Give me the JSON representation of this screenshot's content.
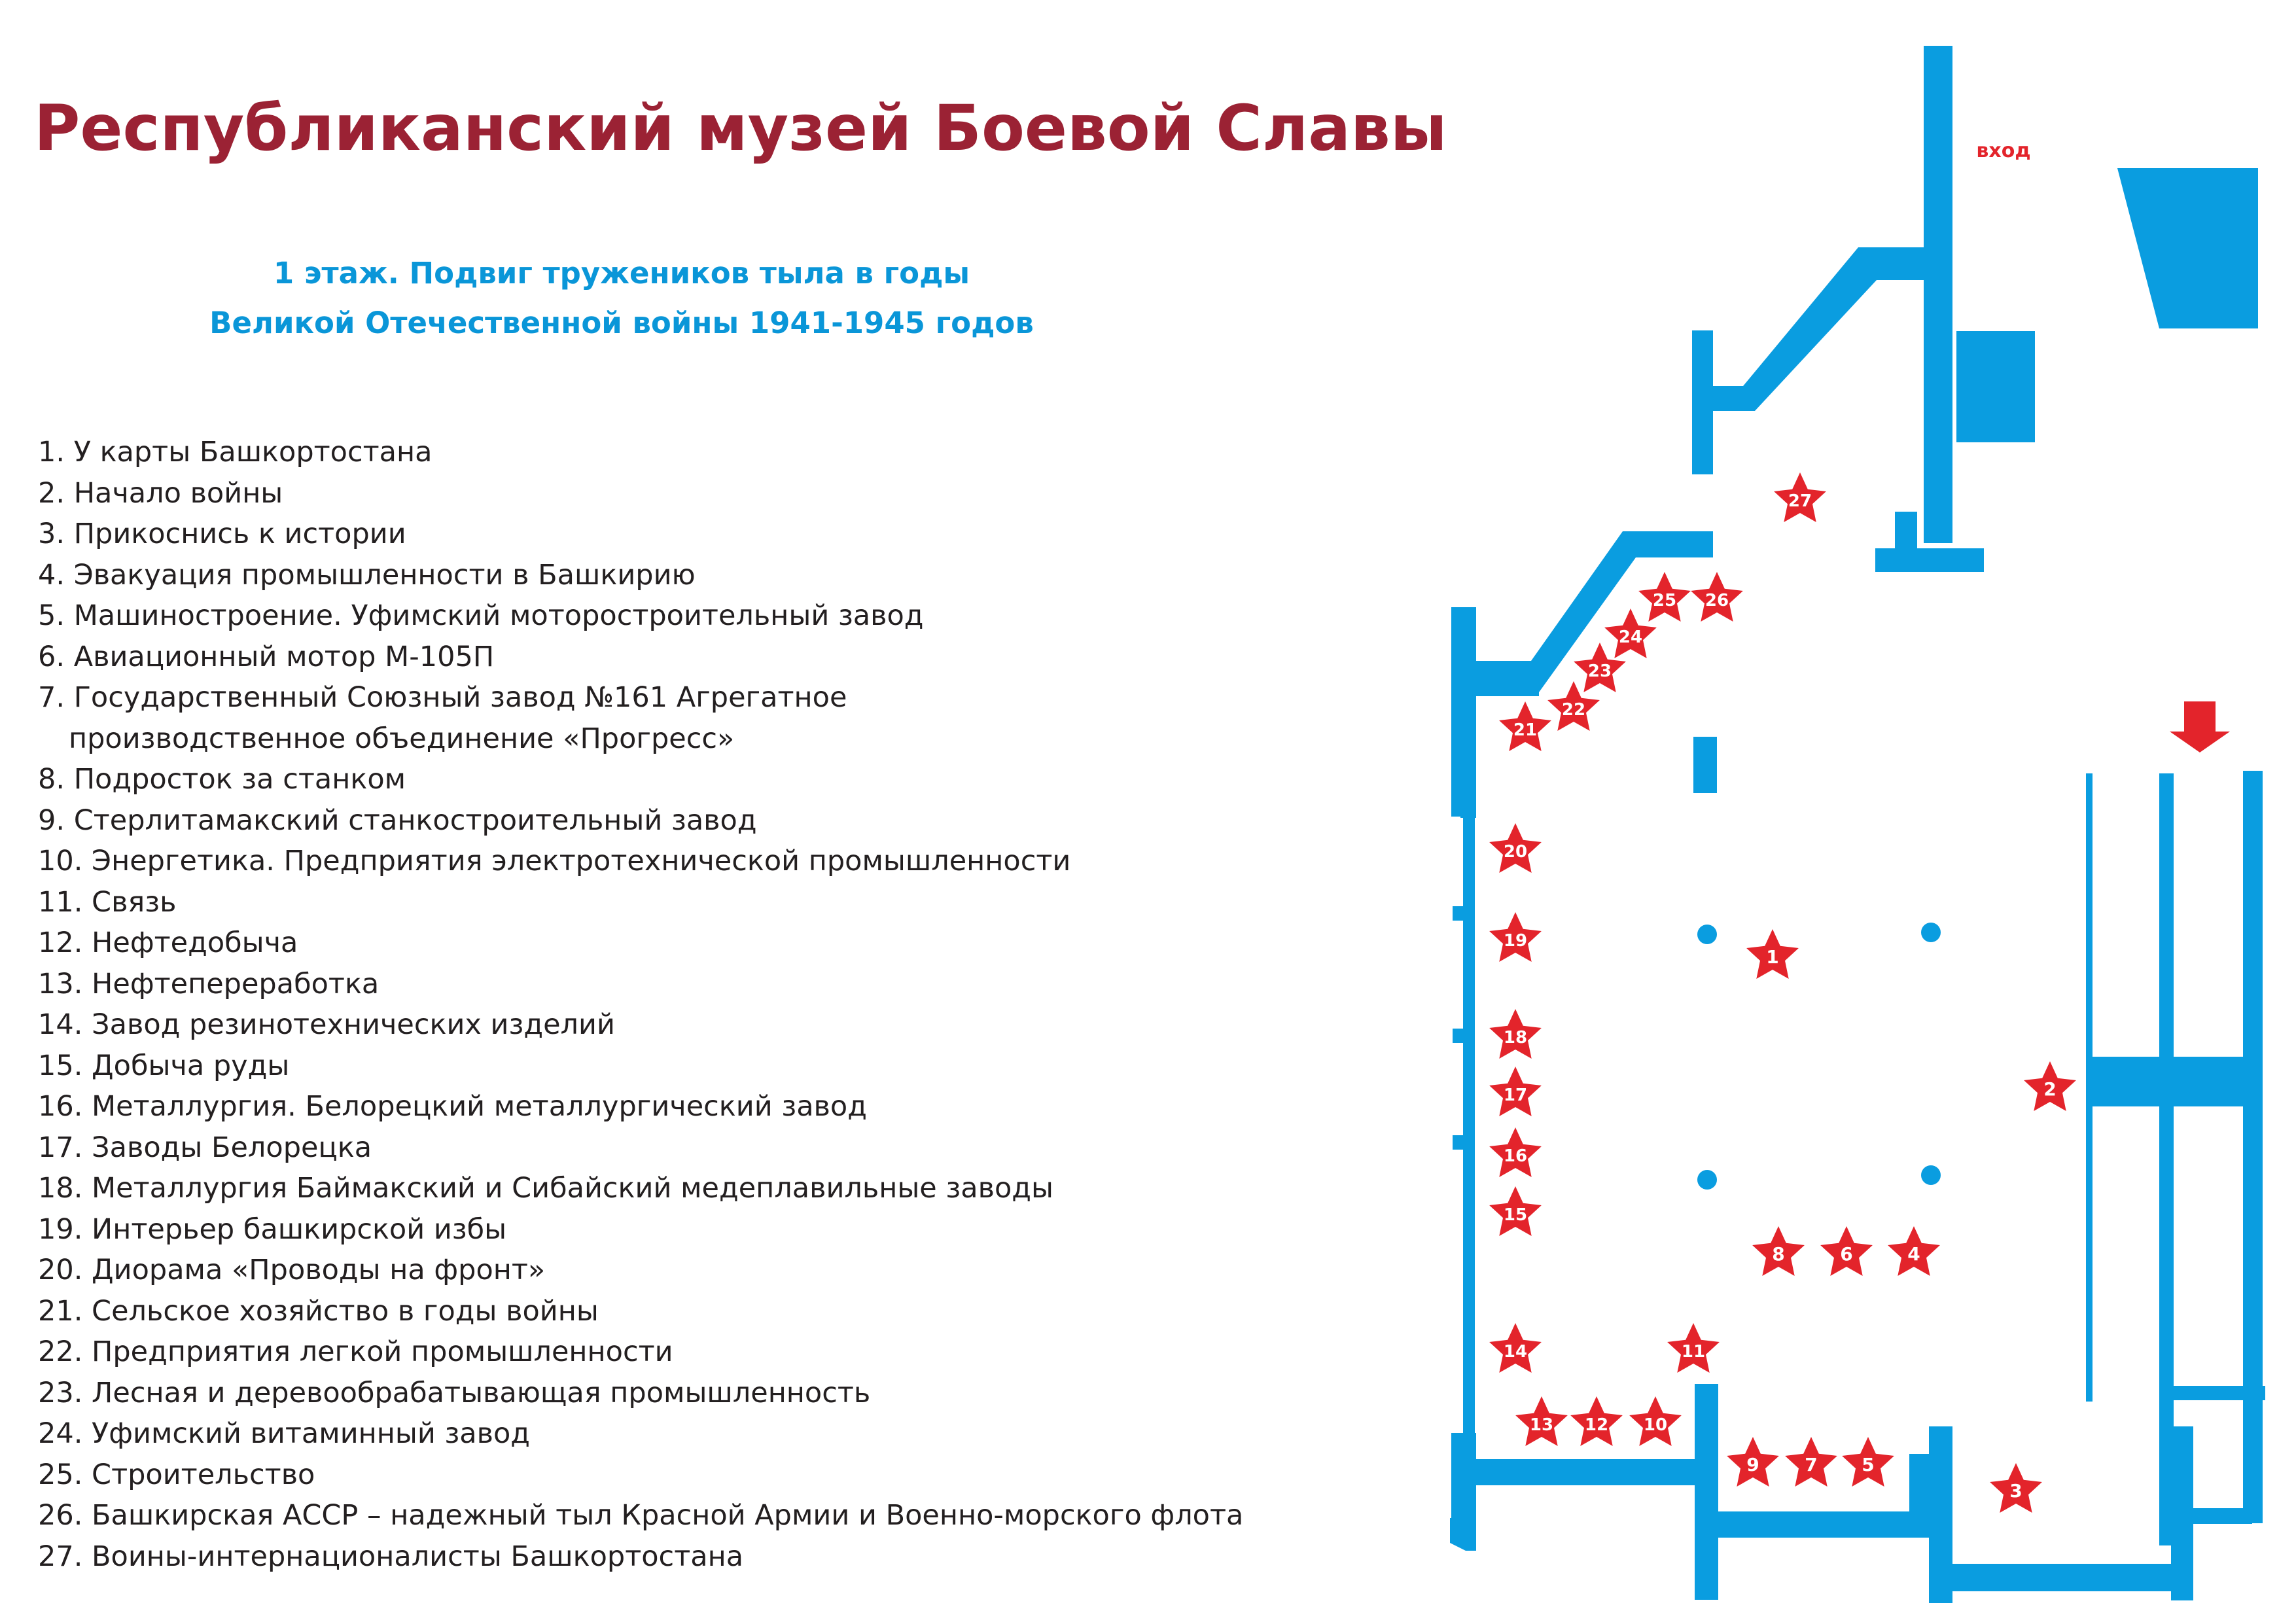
{
  "title": "Республиканский музей Боевой Славы",
  "subtitle": {
    "line1": "1 этаж. Подвиг тружеников тыла в годы",
    "line2": "Великой Отечественной войны 1941-1945 годов"
  },
  "legend": [
    "1. У карты Башкортостана",
    "2. Начало войны",
    "3. Прикоснись к истории",
    "4. Эвакуация промышленности в Башкирию",
    "5. Машиностроение. Уфимский моторостроительный завод",
    "6. Авиационный мотор М-105П",
    "7. Государственный Союзный завод №161 Агрегатное",
    "производственное объединение «Прогресс»",
    "8. Подросток за станком",
    "9. Стерлитамакский станкостроительный завод",
    "10. Энергетика. Предприятия электротехнической промышленности",
    "11. Связь",
    "12. Нефтедобыча",
    "13. Нефтепереработка",
    "14. Завод резинотехнических изделий",
    "15. Добыча руды",
    "16. Металлургия. Белорецкий металлургический завод",
    "17. Заводы Белорецка",
    "18. Металлургия Баймакский и Сибайский медеплавильные заводы",
    "19. Интерьер башкирской избы",
    "20. Диорама «Проводы на фронт»",
    "21. Сельское хозяйство в годы войны",
    "22. Предприятия легкой промышленности",
    "23. Лесная и деревообрабатывающая промышленность",
    "24. Уфимский витаминный завод",
    "25. Строительство",
    "26. Башкирская АССР – надежный тыл Красной Армии и Военно-морского флота",
    "27. Воины-интернационалисты Башкортостана"
  ],
  "plan": {
    "entrance_label": "вход",
    "wall_color": "#0A9DE0",
    "marker_color": "#E3242B",
    "entrance_arrow_icon": "arrow-down-icon",
    "marker_icon": "star-icon",
    "markers": [
      "1",
      "2",
      "3",
      "4",
      "5",
      "6",
      "7",
      "8",
      "9",
      "10",
      "11",
      "12",
      "13",
      "14",
      "15",
      "16",
      "17",
      "18",
      "19",
      "20",
      "21",
      "22",
      "23",
      "24",
      "25",
      "26",
      "27"
    ]
  }
}
